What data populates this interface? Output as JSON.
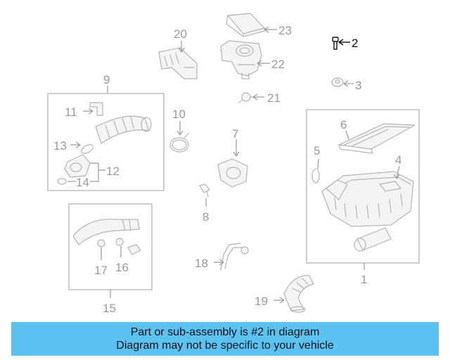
{
  "callouts": {
    "c1": "1",
    "c2": "2",
    "c3": "3",
    "c4": "4",
    "c5": "5",
    "c6": "6",
    "c7": "7",
    "c8": "8",
    "c9": "9",
    "c10": "10",
    "c11": "11",
    "c12": "12",
    "c13": "13",
    "c14": "14",
    "c15": "15",
    "c16": "16",
    "c17": "17",
    "c18": "18",
    "c19": "19",
    "c20": "20",
    "c21": "21",
    "c22": "22",
    "c23": "23"
  },
  "highlight_color": "#111111",
  "banner": {
    "line1": "Part or sub-assembly is #2 in diagram",
    "line2": "Diagram may not be specific to your vehicle",
    "color": "#5bc2f2"
  }
}
